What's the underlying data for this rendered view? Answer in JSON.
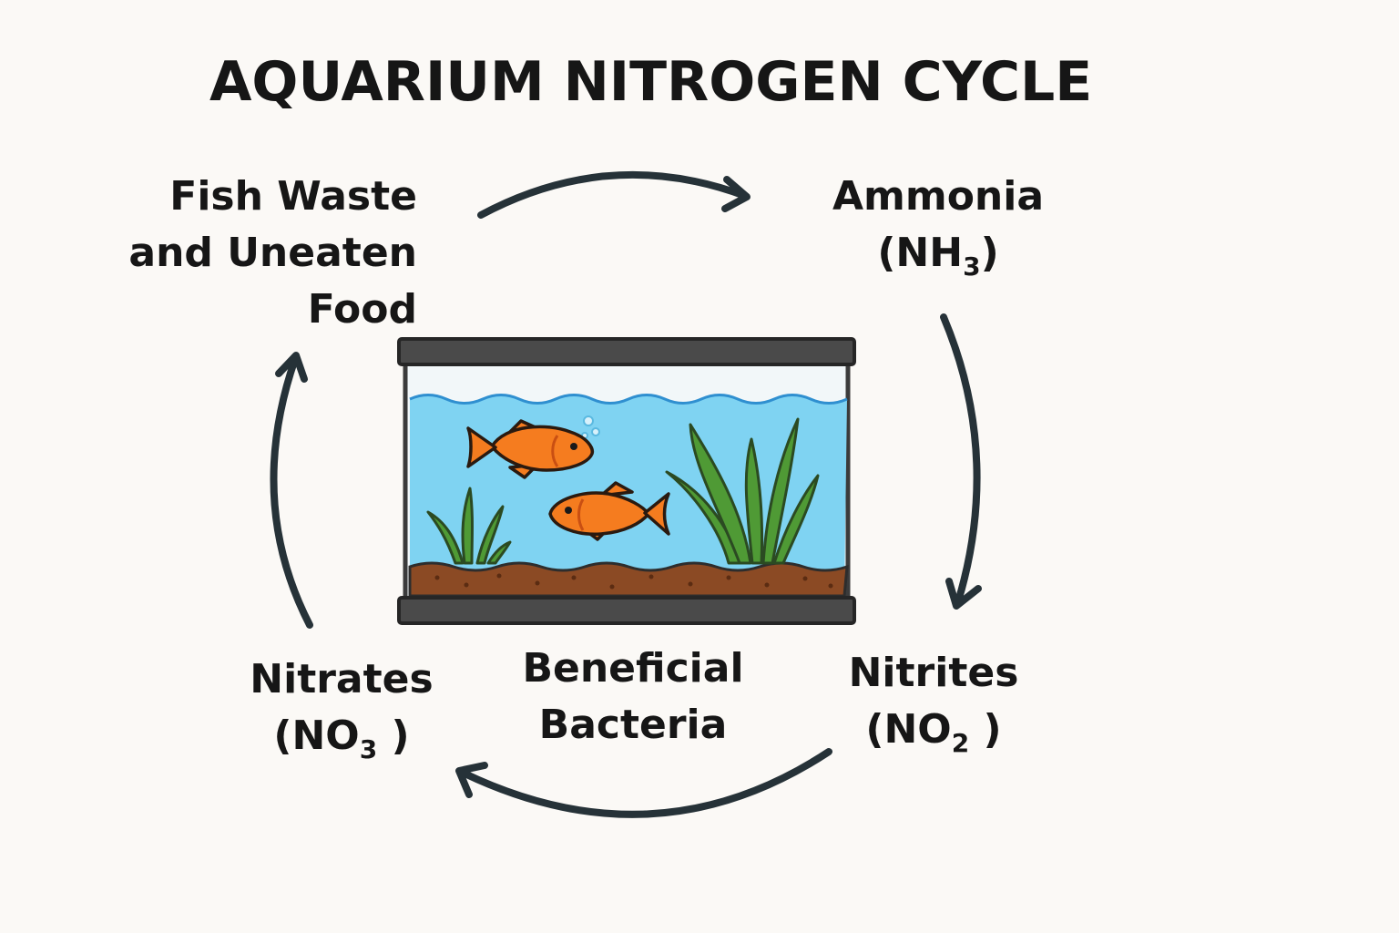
{
  "title": "AQUARIUM NITROGEN CYCLE",
  "stages": {
    "fish_waste": {
      "lines": [
        "Fish Waste",
        "and Uneaten",
        "Food"
      ]
    },
    "ammonia": {
      "name": "Ammonia",
      "formula_open": "(NH",
      "formula_sub": "3",
      "formula_close": ")"
    },
    "nitrites": {
      "name": "Nitrites",
      "formula_open": "(NO",
      "formula_sub": "2",
      "formula_close": " )"
    },
    "nitrates": {
      "name": "Nitrates",
      "formula_open": "(NO",
      "formula_sub": "3",
      "formula_close": " )"
    }
  },
  "center_label": {
    "lines": [
      "Beneficial",
      "Bacteria"
    ]
  },
  "colors": {
    "background": "#fbf9f6",
    "arrow": "#263238",
    "tank_frame": "#4a4a4a",
    "water": "#7fd3f2",
    "fish": "#f57c1f",
    "plant": "#4f9a35",
    "substrate": "#8b4a24"
  },
  "icons": [
    "aquarium-tank-icon",
    "fish-icon",
    "plant-icon",
    "bubble-icon",
    "cycle-arrow-icon"
  ]
}
